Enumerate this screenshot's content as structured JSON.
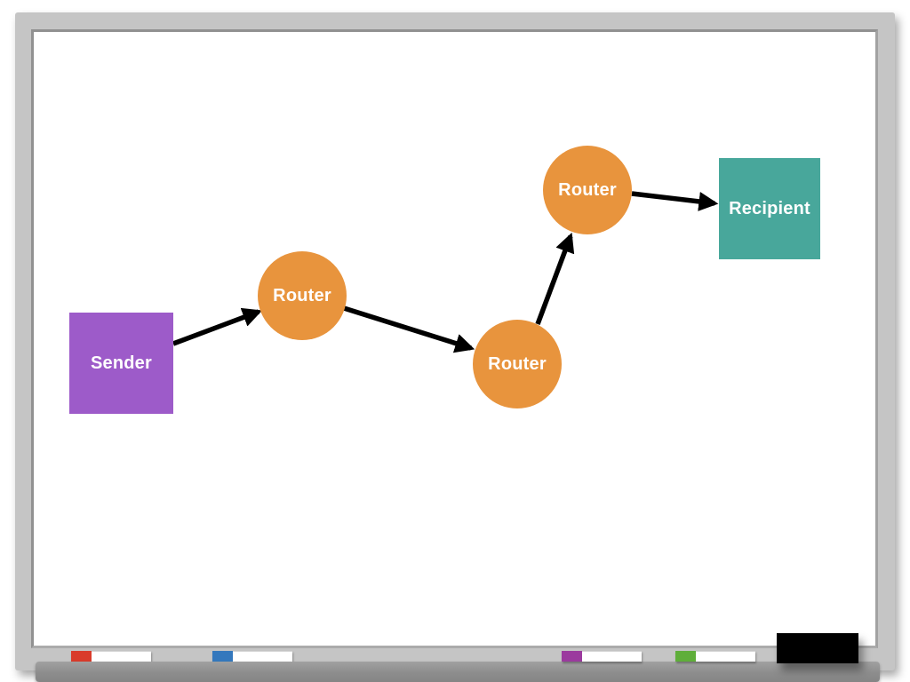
{
  "diagram": {
    "edge_color": "#000000",
    "label_text_color": "#ffffff",
    "nodes": [
      {
        "id": "sender",
        "label": "Sender",
        "shape": "square",
        "color": "#9d5bc9"
      },
      {
        "id": "router-1",
        "label": "Router",
        "shape": "circle",
        "color": "#e8943d"
      },
      {
        "id": "router-2",
        "label": "Router",
        "shape": "circle",
        "color": "#e8943d"
      },
      {
        "id": "router-3",
        "label": "Router",
        "shape": "circle",
        "color": "#e8943d"
      },
      {
        "id": "recipient",
        "label": "Recipient",
        "shape": "square",
        "color": "#48a79b"
      }
    ],
    "edges": [
      {
        "from": "sender",
        "to": "router-1"
      },
      {
        "from": "router-1",
        "to": "router-2"
      },
      {
        "from": "router-2",
        "to": "router-3"
      },
      {
        "from": "router-3",
        "to": "recipient"
      }
    ]
  },
  "tray": {
    "markers": [
      {
        "name": "red-marker",
        "cap_color": "#d93b2b",
        "body_color": "#ffffff"
      },
      {
        "name": "blue-marker",
        "cap_color": "#3478bd",
        "body_color": "#ffffff"
      },
      {
        "name": "purple-marker",
        "cap_color": "#9b3a9e",
        "body_color": "#ffffff"
      },
      {
        "name": "green-marker",
        "cap_color": "#5fae3a",
        "body_color": "#ffffff"
      }
    ],
    "eraser_color": "#000000"
  }
}
